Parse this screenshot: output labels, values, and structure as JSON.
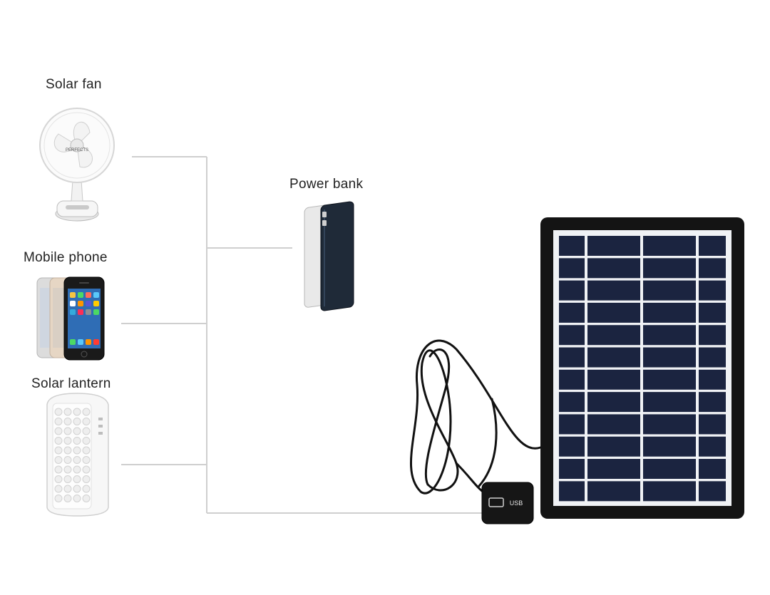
{
  "devices": {
    "solar_fan": {
      "label": "Solar fan",
      "brand_text": "PERFECTS"
    },
    "mobile_phone": {
      "label": "Mobile phone"
    },
    "solar_lantern": {
      "label": "Solar lantern"
    },
    "power_bank": {
      "label": "Power bank"
    }
  },
  "usb_adapter": {
    "text": "USB"
  },
  "colors": {
    "background": "#ffffff",
    "connector_line": "#cfcfcf",
    "panel_frame": "#141414",
    "panel_cell": "#1b2440",
    "panel_grid": "#e8ecf2",
    "cable": "#111111"
  }
}
